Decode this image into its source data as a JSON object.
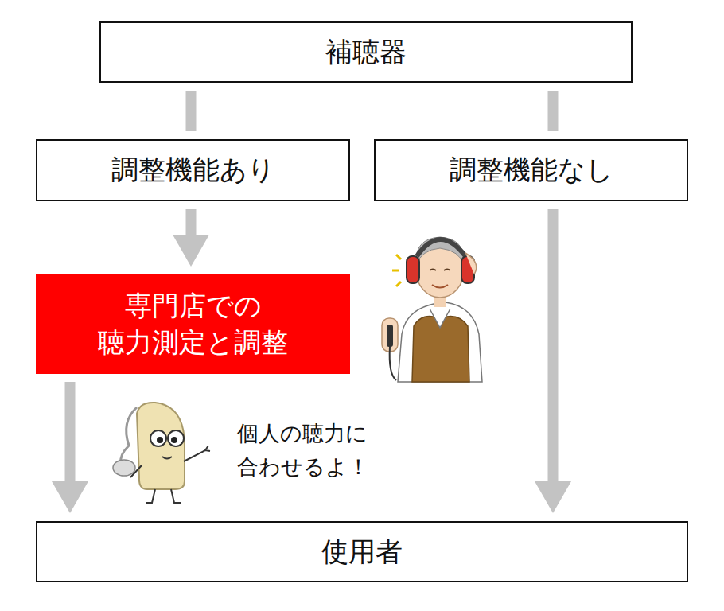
{
  "diagram": {
    "nodes": [
      {
        "text": [
          "補聴器"
        ]
      },
      {
        "text": [
          "調整機能あり"
        ]
      },
      {
        "text": [
          "調整機能なし"
        ]
      },
      {
        "text": [
          "専門店での 聴力測定と調整"
        ]
      },
      {
        "text": [
          "使用者"
        ]
      }
    ],
    "edges": [
      {
        "from": 0,
        "to": 1,
        "arrow": "none"
      },
      {
        "from": 0,
        "to": 2,
        "arrow": "none"
      },
      {
        "from": 1,
        "to": 3,
        "arrow": "to"
      },
      {
        "from": 3,
        "to": 4,
        "arrow": "to"
      },
      {
        "from": 2,
        "to": 4,
        "arrow": "to"
      }
    ],
    "labels": [
      "個人の聴力に 合わせるよ！"
    ]
  }
}
